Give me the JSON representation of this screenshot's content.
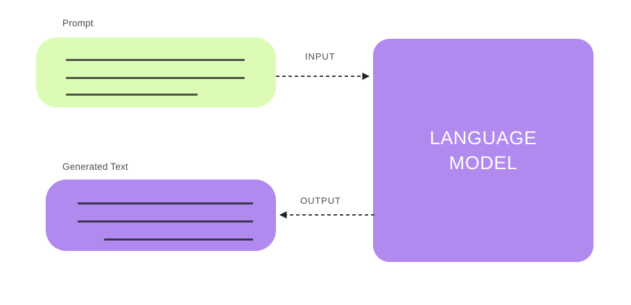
{
  "diagram": {
    "background": "#ffffff",
    "title_visible": false,
    "colors": {
      "prompt_fill": "#dcfcb6",
      "model_fill": "#b18aef",
      "generated_fill": "#b18aef",
      "prompt_line": "#4b5345",
      "generated_line": "#3a3550",
      "caption_text": "#4d4d4d",
      "model_text": "#ffffff",
      "arrow": "#222222"
    },
    "prompt": {
      "caption": "Prompt",
      "lines": [
        {
          "name": "prompt-text-line-1",
          "length": "full"
        },
        {
          "name": "prompt-text-line-2",
          "length": "full"
        },
        {
          "name": "prompt-text-line-3",
          "length": "short"
        }
      ]
    },
    "generated": {
      "caption": "Generated Text",
      "lines": [
        {
          "name": "generated-text-line-1",
          "length": "full"
        },
        {
          "name": "generated-text-line-2",
          "length": "full"
        },
        {
          "name": "generated-text-line-3",
          "length": "indented"
        }
      ]
    },
    "model": {
      "label": "LANGUAGE\nMODEL",
      "label_line_1": "LANGUAGE",
      "label_line_2": "MODEL"
    },
    "connectors": [
      {
        "name": "input-arrow",
        "label": "INPUT",
        "direction": "right",
        "style": "dashed",
        "from": "prompt",
        "to": "model"
      },
      {
        "name": "output-arrow",
        "label": "OUTPUT",
        "direction": "left",
        "style": "dashed",
        "from": "model",
        "to": "generated"
      }
    ]
  }
}
